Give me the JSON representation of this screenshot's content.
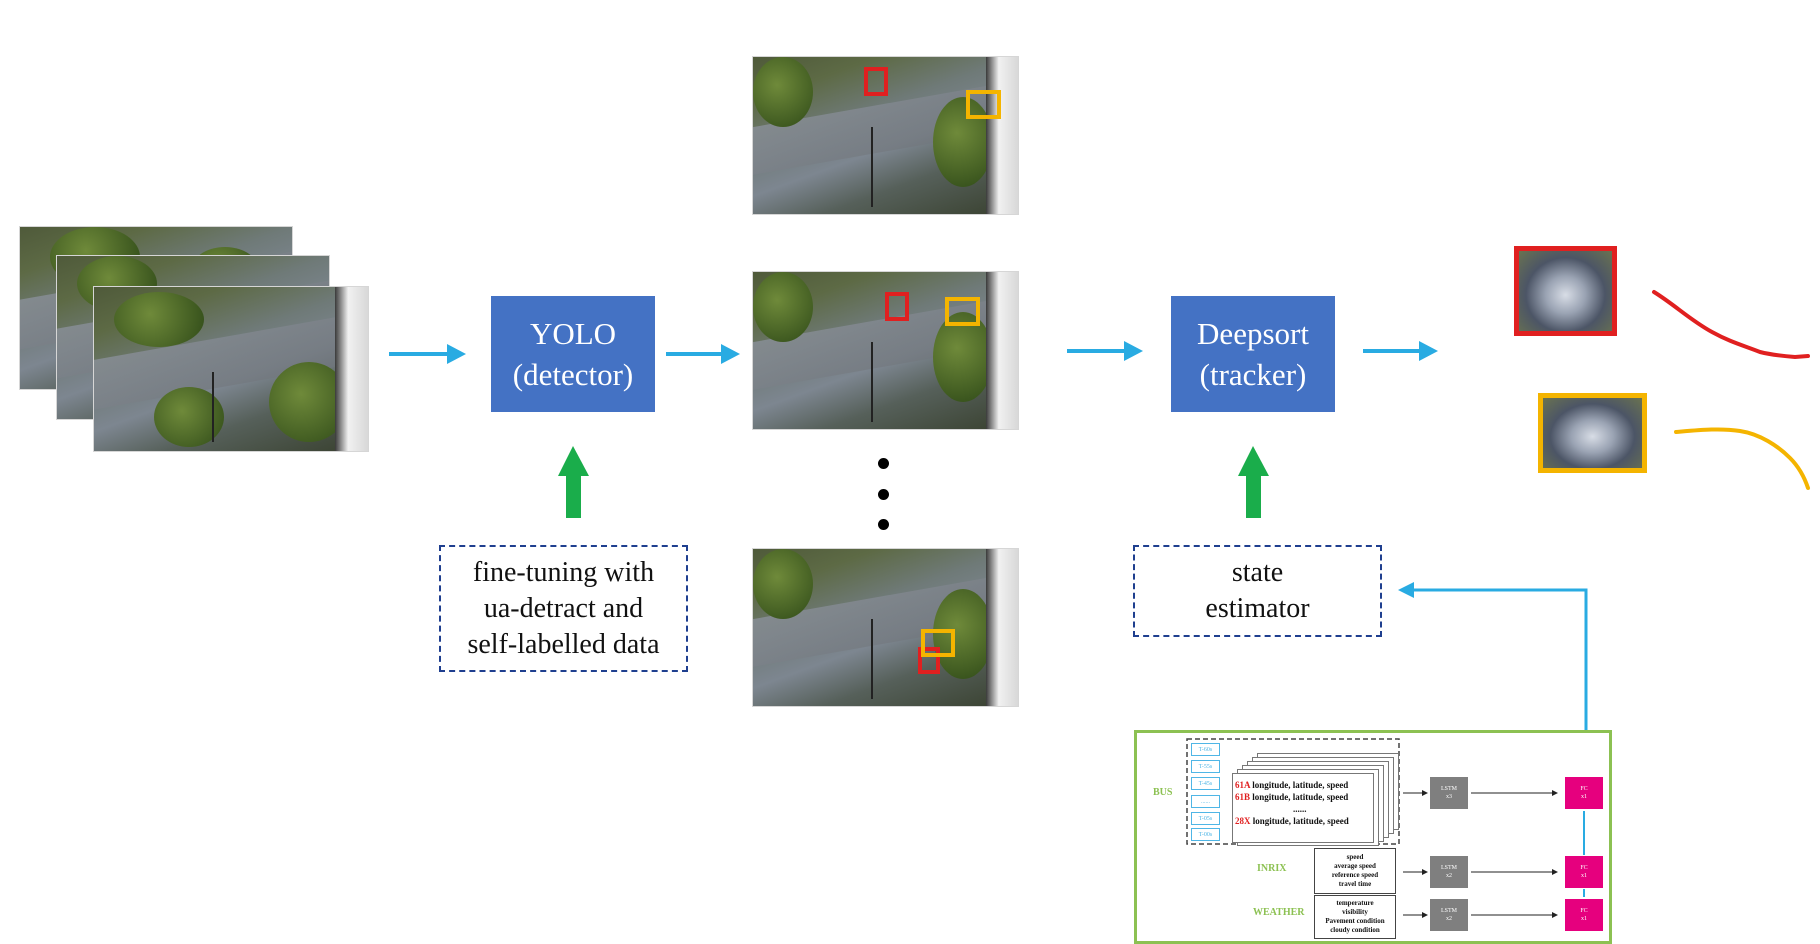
{
  "detector": {
    "line1": "YOLO",
    "line2": "(detector)"
  },
  "tracker": {
    "line1": "Deepsort",
    "line2": "(tracker)"
  },
  "finetune_note": {
    "line1": "fine-tuning with",
    "line2": "ua-detract and",
    "line3": "self-labelled data"
  },
  "state_note": {
    "line1": "state",
    "line2": "estimator"
  },
  "colors": {
    "block_fill": "#4472c4",
    "flow_arrow": "#29abe2",
    "input_arrow": "#1aad4b",
    "track_red": "#e02020",
    "track_yellow": "#f4b400",
    "panel_border": "#8cc152",
    "lstm_fill": "#7f7f7f",
    "fc_fill": "#e6007e"
  },
  "icons": {
    "ellipsis": "vertical-dots-icon"
  },
  "predictor": {
    "bus_label": "BUS",
    "inrix_label": "INRIX",
    "weather_label": "WEATHER",
    "time_steps": [
      "T-60s",
      "T-55s",
      "T-45s",
      "......",
      "T-05s",
      "T-00s"
    ],
    "bus_rows": [
      {
        "code": "61A",
        "text": "longitude, latitude, speed"
      },
      {
        "code": "61B",
        "text": "longitude, latitude, speed"
      },
      {
        "code": "",
        "text": "......"
      },
      {
        "code": "28X",
        "text": "longitude, latitude, speed"
      }
    ],
    "inrix_features": [
      "speed",
      "average speed",
      "reference speed",
      "travel time"
    ],
    "weather_features": [
      "temperature",
      "visibility",
      "Pavement condition",
      "cloudy condition"
    ],
    "lstm_bus": {
      "name": "LSTM",
      "count": "x3"
    },
    "lstm_inrix": {
      "name": "LSTM",
      "count": "x2"
    },
    "lstm_weather": {
      "name": "LSTM",
      "count": "x2"
    },
    "fc_bus": {
      "name": "FC",
      "count": "x1"
    },
    "fc_inrix": {
      "name": "FC",
      "count": "x1"
    },
    "fc_weather": {
      "name": "FC",
      "count": "x1"
    }
  }
}
